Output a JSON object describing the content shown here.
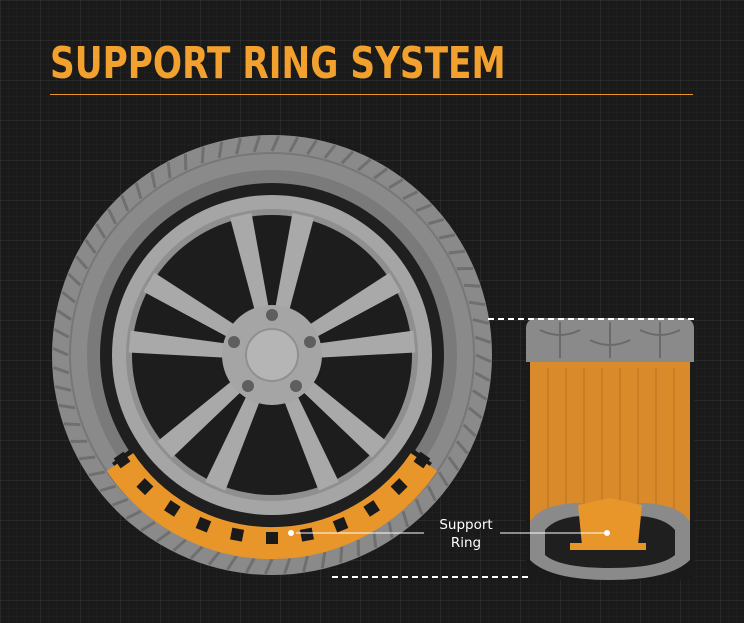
{
  "title": "SUPPORT RING SYSTEM",
  "callout": {
    "line1": "Support",
    "line2": "Ring"
  },
  "colors": {
    "accent": "#f2a12e",
    "background": "#1a1a1a",
    "tire": "#8c8c8c",
    "rim": "#a8a8a8",
    "ring": "#e8952a"
  }
}
